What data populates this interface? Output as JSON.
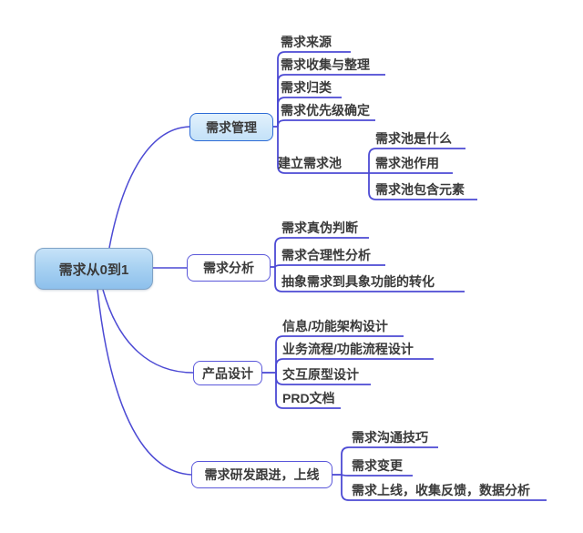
{
  "colors": {
    "line": "#4c4ad4",
    "box-border": "#5a57da",
    "b1-border": "#2e6cd6",
    "text": "#3a3a3a"
  },
  "mindmap": {
    "root": {
      "label": "需求从0到1"
    },
    "branches": [
      {
        "label": "需求管理",
        "children": [
          {
            "label": "需求来源"
          },
          {
            "label": "需求收集与整理"
          },
          {
            "label": "需求归类"
          },
          {
            "label": "需求优先级确定"
          },
          {
            "label": "建立需求池",
            "children": [
              {
                "label": "需求池是什么"
              },
              {
                "label": "需求池作用"
              },
              {
                "label": "需求池包含元素"
              }
            ]
          }
        ]
      },
      {
        "label": "需求分析",
        "children": [
          {
            "label": "需求真伪判断"
          },
          {
            "label": "需求合理性分析"
          },
          {
            "label": "抽象需求到具象功能的转化"
          }
        ]
      },
      {
        "label": "产品设计",
        "children": [
          {
            "label": "信息/功能架构设计"
          },
          {
            "label": "业务流程/功能流程设计"
          },
          {
            "label": "交互原型设计"
          },
          {
            "label": "PRD文档"
          }
        ]
      },
      {
        "label": "需求研发跟进，上线",
        "children": [
          {
            "label": "需求沟通技巧"
          },
          {
            "label": "需求变更"
          },
          {
            "label": "需求上线，收集反馈，数据分析"
          }
        ]
      }
    ]
  }
}
